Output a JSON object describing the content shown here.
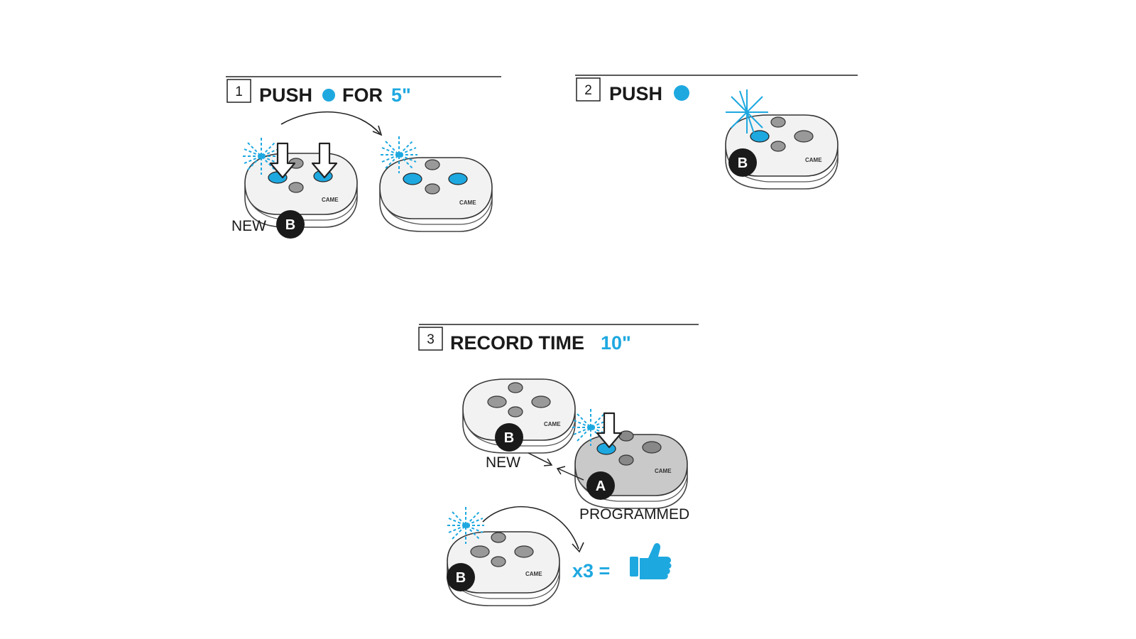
{
  "accent_color": "#1ea8e0",
  "steps": [
    {
      "number": "1",
      "title_prefix": "PUSH",
      "title_middle": "FOR",
      "title_accent": "5\"",
      "badge": "B",
      "caption": "NEW"
    },
    {
      "number": "2",
      "title_prefix": "PUSH",
      "badge": "B"
    },
    {
      "number": "3",
      "title_prefix": "RECORD TIME",
      "title_accent": "10\"",
      "remote_b_badge": "B",
      "remote_b_caption": "NEW",
      "remote_a_badge": "A",
      "remote_a_caption": "PROGRAMMED",
      "final_badge": "B",
      "repeat_text": "x3 =",
      "result_icon": "thumbs-up-icon"
    }
  ],
  "remote_logo": "CAME"
}
